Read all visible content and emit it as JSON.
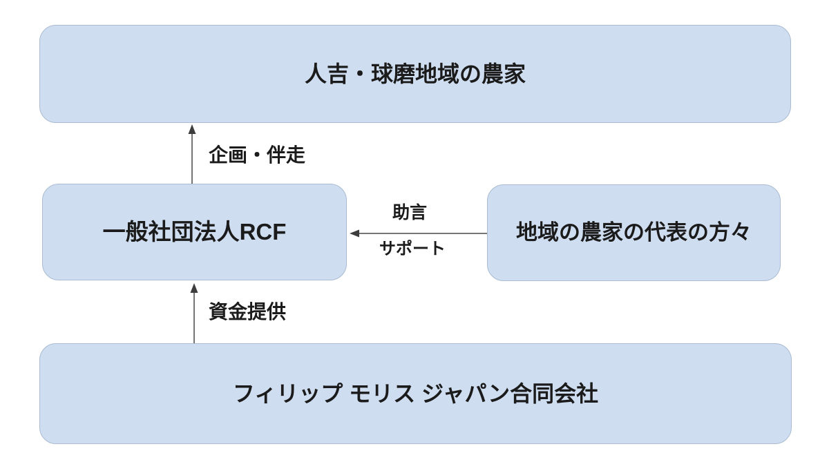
{
  "diagram": {
    "colors": {
      "bg": "#ffffff",
      "box_fill": "#cfddf0",
      "box_border": "#a9bad2",
      "text_color": "#1b1b1b",
      "arrow_line": "#757575",
      "arrow_head": "#3d3d3d"
    },
    "nodes": {
      "farmers": {
        "label": "人吉・球磨地域の農家"
      },
      "rcf": {
        "label": "一般社団法人RCF"
      },
      "representatives": {
        "label": "地域の農家の代表の方々"
      },
      "pmj": {
        "label": "フィリップ モリス ジャパン合同会社"
      }
    },
    "edges": {
      "rcf_to_farmers": {
        "label": "企画・伴走",
        "direction": "up"
      },
      "pmj_to_rcf": {
        "label": "資金提供",
        "direction": "up"
      },
      "reps_to_rcf": {
        "label_top": "助言",
        "label_bottom": "サポート",
        "direction": "left"
      }
    }
  }
}
